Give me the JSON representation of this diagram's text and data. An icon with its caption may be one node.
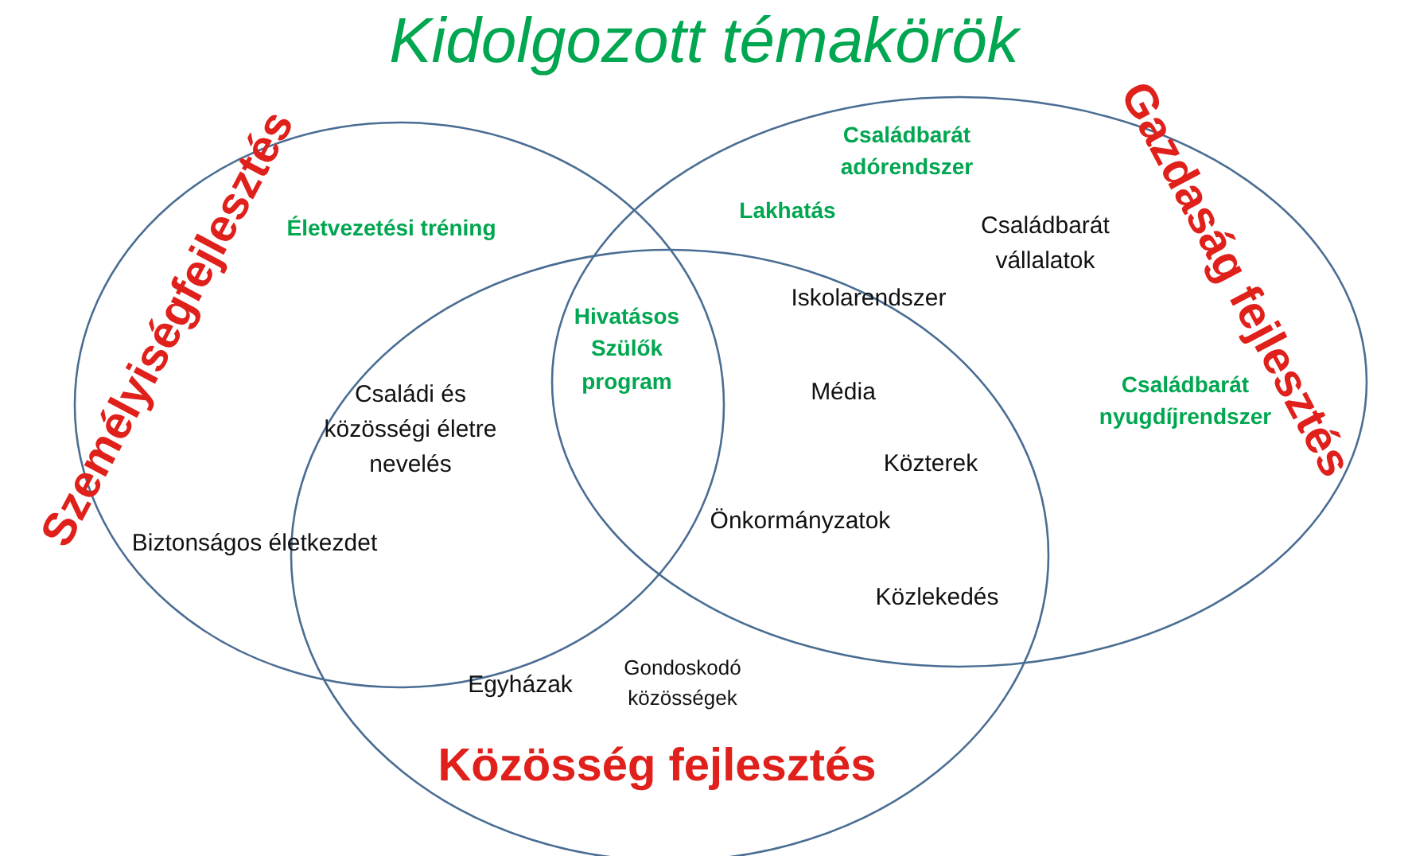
{
  "diagram": {
    "title": "Kidolgozott témakörök",
    "nodes": [
      {
        "text": [
          "Személyiségfejlesztés"
        ]
      },
      {
        "text": [
          "Gazdaság fejlesztés"
        ]
      },
      {
        "text": [
          "Közösség fejlesztés"
        ]
      }
    ],
    "labels": [
      "Családbarát adórendszer",
      "Lakhatás",
      "Életvezetési tréning",
      "Családbarát vállalatok",
      "Iskolarendszer",
      "Hivatásos Szülők program",
      "Családi és közösségi életre nevelés",
      "Média",
      "Családbarát nyugdíjrendszer",
      "Közterek",
      "Önkormányzatok",
      "Biztonságos életkezdet",
      "Közlekedés",
      "Egyházak",
      "Gondoskodó közösségek"
    ]
  }
}
